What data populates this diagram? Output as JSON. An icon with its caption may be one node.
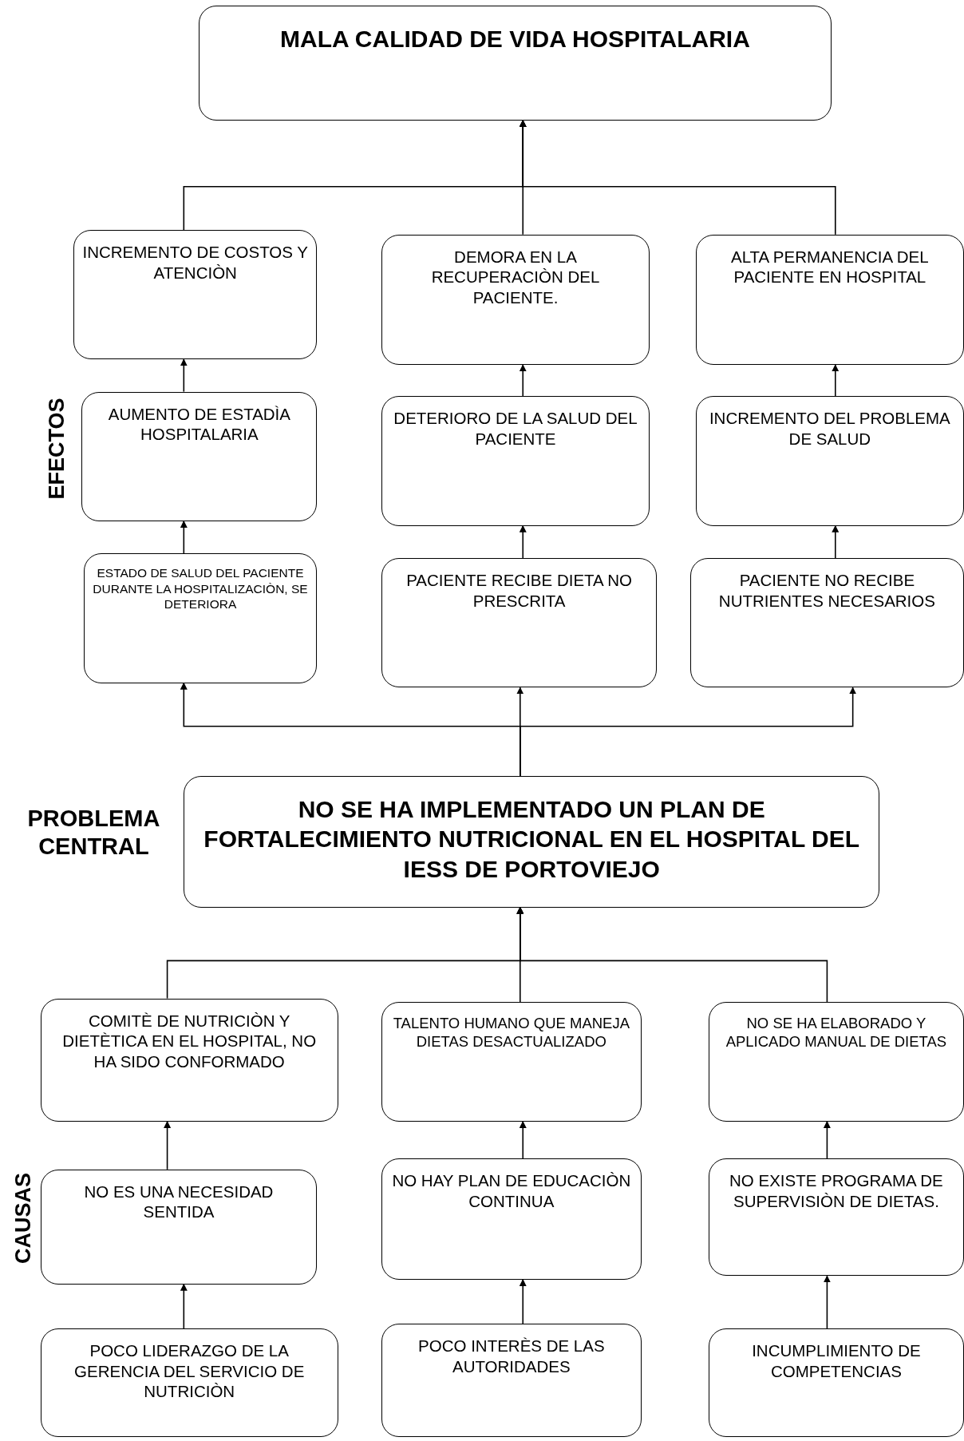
{
  "diagram": {
    "nodes": [
      {
        "text": [
          "MALA CALIDAD DE VIDA HOSPITALARIA"
        ]
      },
      {
        "text": [
          "INCREMENTO DE COSTOS Y ATENCIÒN"
        ]
      },
      {
        "text": [
          "DEMORA EN LA RECUPERACIÒN DEL PACIENTE."
        ]
      },
      {
        "text": [
          "ALTA PERMANENCIA DEL PACIENTE EN HOSPITAL"
        ]
      },
      {
        "text": [
          "AUMENTO DE ESTADÌA HOSPITALARIA"
        ]
      },
      {
        "text": [
          "DETERIORO DE LA SALUD DEL PACIENTE"
        ]
      },
      {
        "text": [
          "INCREMENTO DEL PROBLEMA DE SALUD"
        ]
      },
      {
        "text": [
          "ESTADO DE SALUD DEL PACIENTE DURANTE LA HOSPITALIZACIÒN, SE DETERIORA"
        ]
      },
      {
        "text": [
          "PACIENTE RECIBE DIETA NO PRESCRITA"
        ]
      },
      {
        "text": [
          "PACIENTE NO RECIBE NUTRIENTES NECESARIOS"
        ]
      },
      {
        "text": [
          "NO SE HA IMPLEMENTADO UN PLAN DE FORTALECIMIENTO NUTRICIONAL EN EL HOSPITAL DEL IESS DE PORTOVIEJO"
        ]
      },
      {
        "text": [
          "COMITÈ DE NUTRICIÒN Y DIETÈTICA EN EL HOSPITAL, NO HA SIDO CONFORMADO"
        ]
      },
      {
        "text": [
          "TALENTO HUMANO QUE MANEJA DIETAS DESACTUALIZADO"
        ]
      },
      {
        "text": [
          "NO SE HA ELABORADO Y APLICADO MANUAL DE DIETAS"
        ]
      },
      {
        "text": [
          "NO ES UNA NECESIDAD SENTIDA"
        ]
      },
      {
        "text": [
          "NO HAY PLAN DE EDUCACIÒN CONTINUA"
        ]
      },
      {
        "text": [
          "NO EXISTE PROGRAMA DE SUPERVISIÒN DE DIETAS."
        ]
      },
      {
        "text": [
          "POCO LIDERAZGO DE LA GERENCIA DEL SERVICIO DE NUTRICIÒN"
        ]
      },
      {
        "text": [
          "POCO INTERÈS DE LAS AUTORIDADES"
        ]
      },
      {
        "text": [
          "INCUMPLIMIENTO DE COMPETENCIAS"
        ]
      }
    ],
    "edges": [
      {
        "from": 1,
        "to": 0,
        "arrow": "to"
      },
      {
        "from": 2,
        "to": 0,
        "arrow": "to"
      },
      {
        "from": 3,
        "to": 0,
        "arrow": "to"
      },
      {
        "from": 4,
        "to": 1,
        "arrow": "to"
      },
      {
        "from": 5,
        "to": 2,
        "arrow": "to"
      },
      {
        "from": 6,
        "to": 3,
        "arrow": "to"
      },
      {
        "from": 7,
        "to": 4,
        "arrow": "to"
      },
      {
        "from": 8,
        "to": 5,
        "arrow": "to"
      },
      {
        "from": 9,
        "to": 6,
        "arrow": "to"
      },
      {
        "from": 10,
        "to": 7,
        "arrow": "to"
      },
      {
        "from": 10,
        "to": 8,
        "arrow": "to"
      },
      {
        "from": 10,
        "to": 9,
        "arrow": "to"
      },
      {
        "from": 11,
        "to": 10,
        "arrow": "to"
      },
      {
        "from": 12,
        "to": 10,
        "arrow": "to"
      },
      {
        "from": 13,
        "to": 10,
        "arrow": "to"
      },
      {
        "from": 14,
        "to": 11,
        "arrow": "to"
      },
      {
        "from": 15,
        "to": 12,
        "arrow": "to"
      },
      {
        "from": 16,
        "to": 13,
        "arrow": "to"
      },
      {
        "from": 17,
        "to": 14,
        "arrow": "to"
      },
      {
        "from": 18,
        "to": 15,
        "arrow": "to"
      },
      {
        "from": 19,
        "to": 16,
        "arrow": "to"
      }
    ],
    "labels": [
      "EFECTOS",
      "PROBLEMA CENTRAL",
      "CAUSAS"
    ]
  }
}
